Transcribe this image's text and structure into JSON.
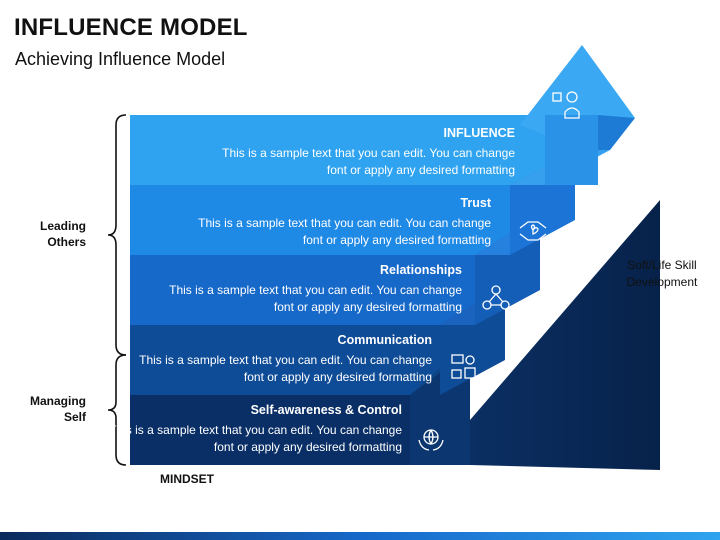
{
  "header": {
    "title": "INFLUENCE MODEL",
    "subtitle": "Achieving Influence Model"
  },
  "steps": [
    {
      "heading": "INFLUENCE",
      "text": "This is a sample text that you can edit. You can change font or apply any desired formatting",
      "icon": "teacher-board-icon",
      "color": "#2fa3ef"
    },
    {
      "heading": "Trust",
      "text": "This is a sample text that you can edit. You can change font or apply any desired formatting",
      "icon": "handshake-heart-icon",
      "color": "#1f89e6"
    },
    {
      "heading": "Relationships",
      "text": "This is a sample text that you can edit. You can change font or apply any desired formatting",
      "icon": "network-people-icon",
      "color": "#1668c9"
    },
    {
      "heading": "Communication",
      "text": "This is a sample text that you can edit. You can change font or apply any desired formatting",
      "icon": "chat-communication-icon",
      "color": "#0f4c97"
    },
    {
      "heading": "Self-awareness & Control",
      "text": "This is a sample text that you can edit. You can change font or apply any desired formatting",
      "icon": "globe-hands-icon",
      "color": "#0a2f66"
    }
  ],
  "brackets": {
    "leading": "Leading Others",
    "managing": "Managing Self"
  },
  "right_label": "Soft/Life Skill Development",
  "footer_label": "MINDSET"
}
